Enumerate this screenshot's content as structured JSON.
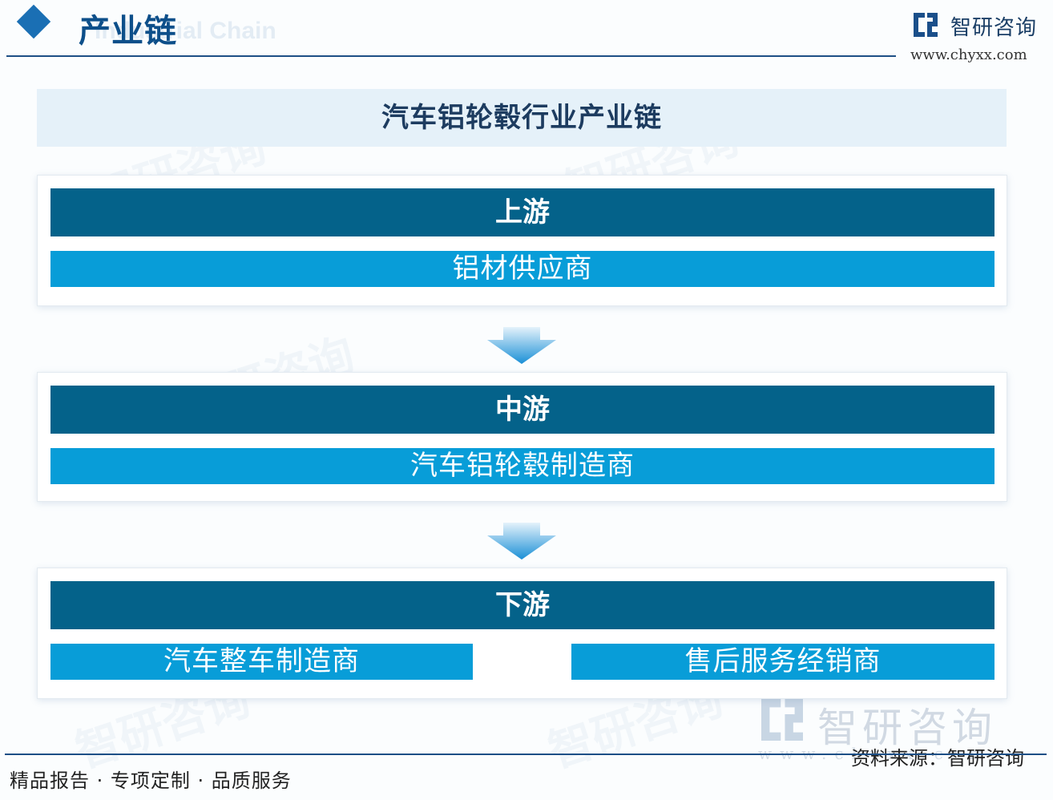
{
  "header": {
    "title": "产业链",
    "subtitle_en": "Industrial Chain"
  },
  "brand": {
    "name": "智研咨询",
    "url": "www.chyxx.com",
    "url_watermark": "www.chyxx.com",
    "primary_color": "#04628a",
    "accent_color": "#089dd8",
    "line_color": "#1d4f86",
    "logo_icon": "chyxx-logo-icon"
  },
  "diagram": {
    "title": "汽车铝轮毂行业产业链",
    "stages": [
      {
        "name": "上游",
        "items": [
          "铝材供应商"
        ]
      },
      {
        "name": "中游",
        "items": [
          "汽车铝轮毂制造商"
        ]
      },
      {
        "name": "下游",
        "items": [
          "汽车整车制造商",
          "售后服务经销商"
        ]
      }
    ],
    "connector_icon": "down-arrow-icon"
  },
  "footer": {
    "slogan": "精品报告 · 专项定制 · 品质服务",
    "source": "资料来源：智研咨询"
  }
}
